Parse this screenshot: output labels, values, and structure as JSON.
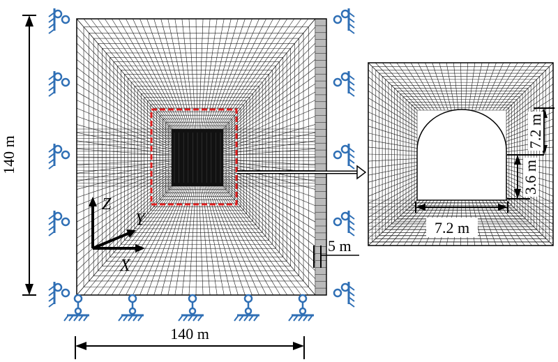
{
  "figure": {
    "dimensions": {
      "height_label": "140 m",
      "width_label": "140 m",
      "layer_label": "5 m",
      "tunnel_width_label": "7.2 m",
      "tunnel_height_label": "7.2 m",
      "wall_height_label": "3.6 m"
    },
    "axes": {
      "x": "X",
      "y": "Y",
      "z": "Z"
    },
    "colors": {
      "mesh": "#1a1a1a",
      "refined_region": "#e02020",
      "support": "#2f6fb5",
      "dimension_line": "#000000"
    },
    "supports": {
      "left_rollers": 5,
      "right_rollers": 5,
      "bottom_rollers": 5
    }
  }
}
